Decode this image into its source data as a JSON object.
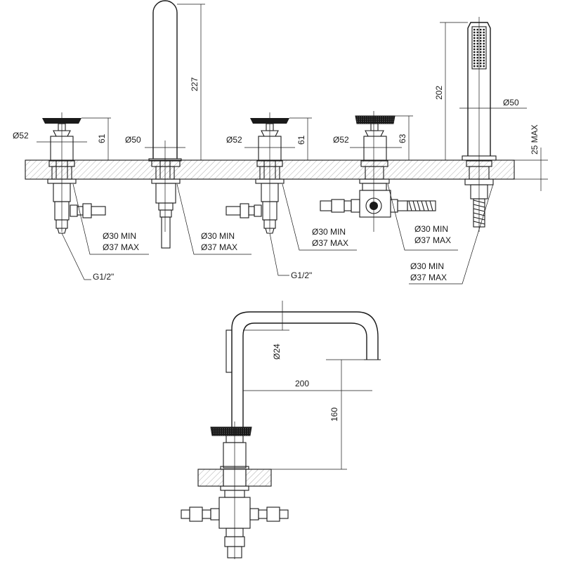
{
  "labels": {
    "d52_a": "Ø52",
    "h61_a": "61",
    "d50_spout": "Ø50",
    "h227": "227",
    "d52_b": "Ø52",
    "h61_b": "61",
    "d52_c": "Ø52",
    "h63": "63",
    "h202": "202",
    "d50_hand": "Ø50",
    "max25": "25 MAX",
    "hole1_min": "Ø30 MIN",
    "hole1_max": "Ø37 MAX",
    "hole2_min": "Ø30 MIN",
    "hole2_max": "Ø37 MAX",
    "hole3_min": "Ø30 MIN",
    "hole3_max": "Ø37 MAX",
    "hole4_min": "Ø30 MIN",
    "hole4_max": "Ø37 MAX",
    "hole5_min": "Ø30 MIN",
    "hole5_max": "Ø37 MAX",
    "thread_a": "G1/2\"",
    "thread_b": "G1/2\"",
    "d24": "Ø24",
    "w200": "200",
    "h160": "160"
  }
}
